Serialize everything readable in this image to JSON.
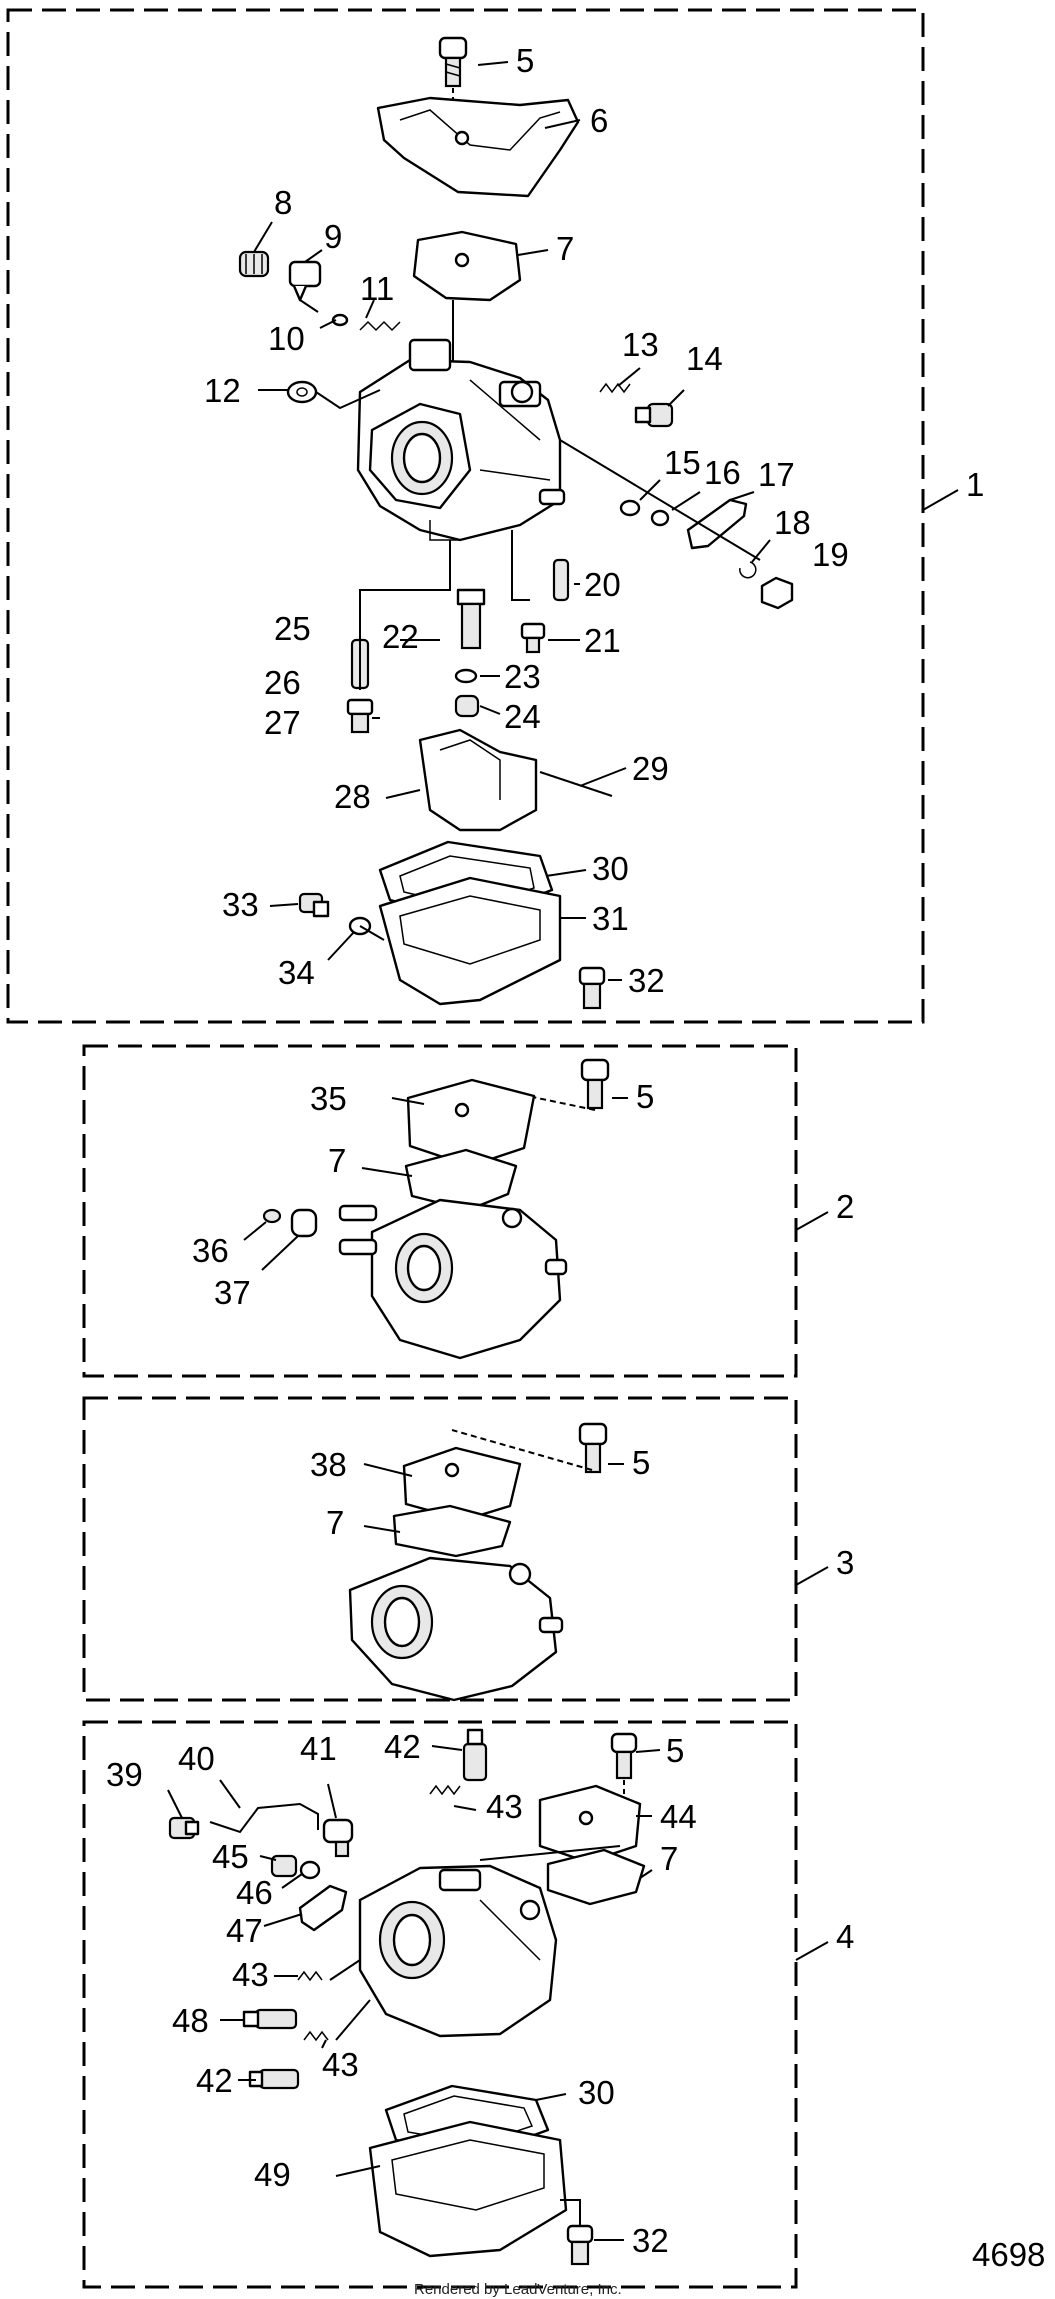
{
  "figure_number": "4698",
  "footer_text": "Rendered by LeadVenture, Inc.",
  "assembly_labels": {
    "a1": "1",
    "a2": "2",
    "a3": "3",
    "a4": "4"
  },
  "callouts": {
    "c5a": "5",
    "c6": "6",
    "c7a": "7",
    "c8": "8",
    "c9": "9",
    "c10": "10",
    "c11": "11",
    "c12": "12",
    "c13": "13",
    "c14": "14",
    "c15": "15",
    "c16": "16",
    "c17": "17",
    "c18": "18",
    "c19": "19",
    "c20": "20",
    "c21": "21",
    "c22": "22",
    "c23": "23",
    "c24": "24",
    "c25": "25",
    "c26": "26",
    "c27": "27",
    "c28": "28",
    "c29": "29",
    "c30a": "30",
    "c31": "31",
    "c32a": "32",
    "c33": "33",
    "c34": "34",
    "c35": "35",
    "c5b": "5",
    "c7b": "7",
    "c36": "36",
    "c37": "37",
    "c38": "38",
    "c5c": "5",
    "c7c": "7",
    "c39": "39",
    "c40": "40",
    "c41": "41",
    "c42a": "42",
    "c5d": "5",
    "c43a": "43",
    "c44": "44",
    "c45": "45",
    "c7d": "7",
    "c46": "46",
    "c47": "47",
    "c43b": "43",
    "c48": "48",
    "c43c": "43",
    "c42b": "42",
    "c30b": "30",
    "c49": "49",
    "c32b": "32"
  }
}
